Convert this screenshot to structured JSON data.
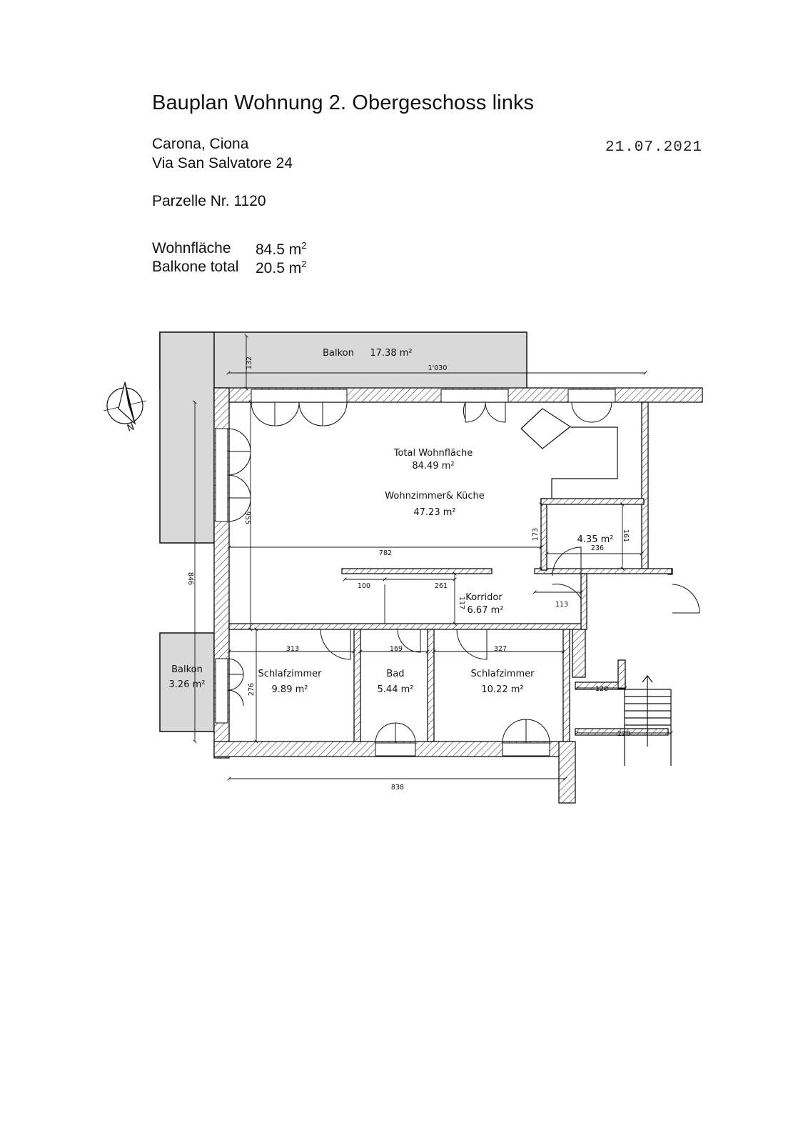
{
  "header": {
    "title": "Bauplan Wohnung  2. Obergeschoss links",
    "location_line1": "Carona, Ciona",
    "location_line2": "Via San Salvatore 24",
    "date": "21.07.2021",
    "parcel": "Parzelle Nr. 1120",
    "living_area_label": "Wohnfläche",
    "living_area_value": "84.5 m",
    "balcony_label": "Balkone total",
    "balcony_value": "20.5 m",
    "unit_exponent": "2"
  },
  "plan": {
    "balcony_top": {
      "label": "Balkon",
      "area": "17.38 m²"
    },
    "balcony_left": {
      "label": "Balkon",
      "area": "3.26 m²"
    },
    "total": {
      "label": "Total Wohnfläche",
      "area": "84.49 m²"
    },
    "living": {
      "label": "Wohnzimmer& Küche",
      "area": "47.23 m²"
    },
    "small_room": {
      "area": "4.35 m²"
    },
    "corridor": {
      "label": "Korridor",
      "area": "6.67 m²"
    },
    "bedroom1": {
      "label": "Schlafzimmer",
      "area": "9.89 m²"
    },
    "bath": {
      "label": "Bad",
      "area": "5.44 m²"
    },
    "bedroom2": {
      "label": "Schlafzimmer",
      "area": "10.22 m²"
    },
    "compass_letter": "N",
    "dimensions": {
      "d132": "132",
      "d1030": "1'030",
      "d955": "955",
      "d782": "782",
      "d173": "173",
      "d236": "236",
      "d161": "161",
      "d846": "846",
      "d100": "100",
      "d261": "261",
      "d117": "117",
      "d113": "113",
      "d313": "313",
      "d169": "169",
      "d327": "327",
      "d276": "276",
      "d120": "120",
      "d228": "228",
      "d838": "838"
    }
  },
  "colors": {
    "balcony_fill": "#d9d9d9",
    "line": "#111111",
    "background": "#ffffff"
  }
}
